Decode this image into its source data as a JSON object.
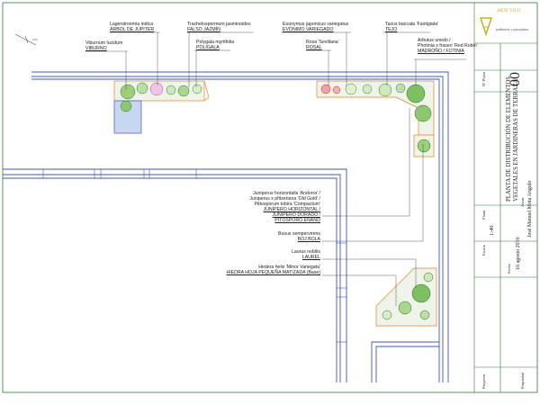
{
  "labels": {
    "lagerstroemia": {
      "name": "Lagerstroemia indica",
      "common": "ÁRBOL DE JÚPITER"
    },
    "viburnum": {
      "name": "Viburnum lucidum",
      "common": "VIBURNO"
    },
    "trachelospermum": {
      "name": "Trachelospermum jasminoides",
      "common": "FALSO JAZMÍN"
    },
    "polygala": {
      "name": "Polygala myrtifolia",
      "common": "POLÍGALA"
    },
    "euonymus": {
      "name": "Euonymus japonicus variegatus",
      "common": "EVÓNIMO VARIEGADO"
    },
    "rosa": {
      "name": "Rosa 'Sevillana'",
      "common": "ROSAL"
    },
    "taxus": {
      "name": "Taxus baccata 'Fastigiata'",
      "common": "TEJO"
    },
    "arbutus": {
      "lines": [
        "Arbutus unedo /",
        "Photinia x fraseri 'Red Robin'"
      ],
      "common": "MADROÑO / FOTINIA"
    },
    "juniperus": {
      "lines": [
        "Juniperus horizontalis 'Andorra' /",
        "Juniperus x pfitzeriana 'Old Gold' /",
        "Pittosporum tobira 'Compactum'",
        "JUNÍPERO HORIZONTAL /",
        "JUNÍPERO DORADO /",
        "PITÓSPORO ENANO"
      ]
    },
    "buxus": {
      "name": "Buxus sempervirens",
      "common": "BOJ BOLA"
    },
    "laurus": {
      "name": "Laurus nobilis",
      "common": "LAUREL"
    },
    "hedera": {
      "name": "Hedera helix 'Minor Variegata'",
      "common": "HIEDRA HOJA PEQUEÑA MATIZADA (Base)"
    }
  },
  "title_block": {
    "logo_text": "ARTE VIVO",
    "logo_sub": "jardinería y paisajismo",
    "plan_number_label": "Nº Plano",
    "plan_number": "00",
    "plan_label": "Plano",
    "plan_title_1": "PLANTA DE DISTRIBUCIÓN DE ELEMENTOS",
    "plan_title_2": "VEGETALES EN JARDINERAS DE TERRAZA",
    "author_label": "Autor",
    "author": "José Manuel Mota Angulo",
    "scale_label": "Escala",
    "scale": "1:40",
    "date_label": "Fecha",
    "date": "16 agosto 2016",
    "project_label": "Proyecto",
    "owner_label": "Propiedad"
  },
  "colors": {
    "wall": "#3b55c8",
    "planter_edge": "#e8821e",
    "leader": "#333333",
    "frame": "#2e7d32",
    "logo": "#c8b01e"
  }
}
